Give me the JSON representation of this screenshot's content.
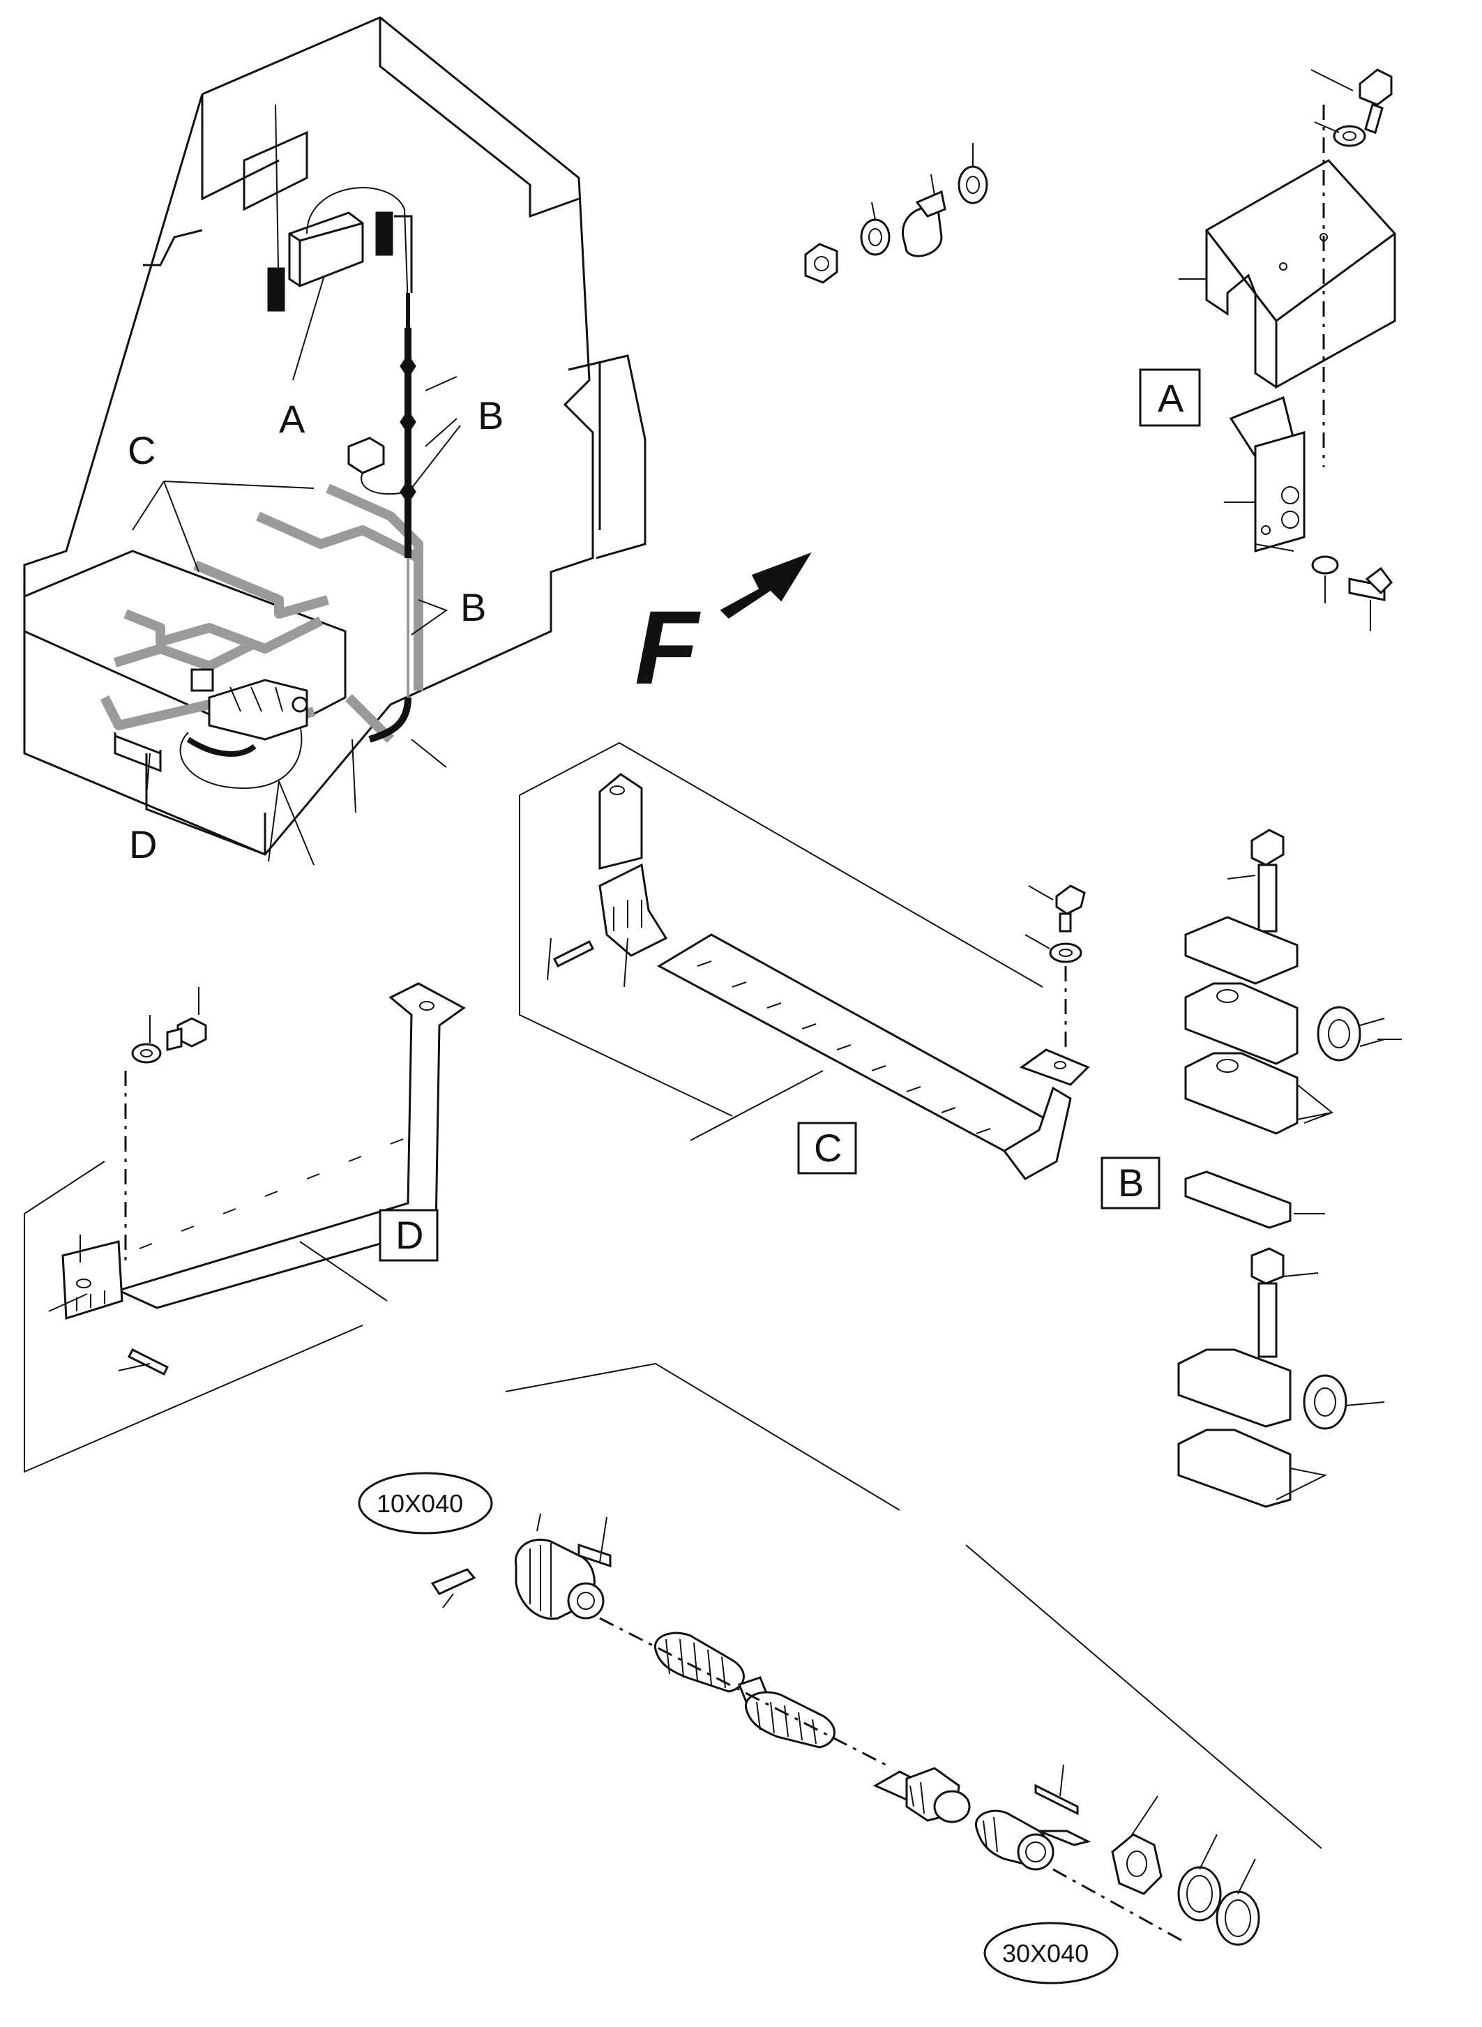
{
  "callouts": {
    "A": "A",
    "B": "B",
    "C": "C",
    "D": "D",
    "F": "F"
  },
  "detail_boxes": {
    "A": "A",
    "B": "B",
    "C": "C",
    "D": "D"
  },
  "ovals": {
    "top": "10X040",
    "bottom": "30X040"
  }
}
